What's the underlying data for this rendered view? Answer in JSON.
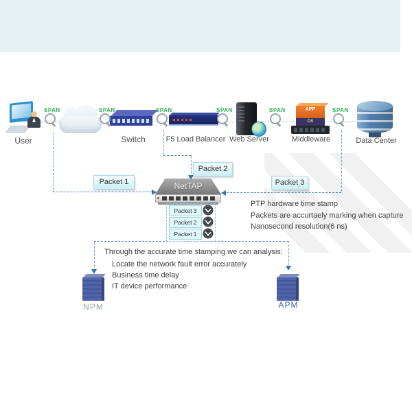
{
  "devices": {
    "user": "User",
    "switch": "Switch",
    "f5": "F5 Load Balancer",
    "web_server": "Web Server",
    "middleware": "Middleware",
    "data_center": "Data Center"
  },
  "middleware_cube": {
    "app": "APP",
    "os": "OS"
  },
  "span": {
    "label": "SPAN"
  },
  "nettap": {
    "label": "NetTAP"
  },
  "packet_labels": {
    "packet1": "Packet 1",
    "packet2": "Packet 2",
    "packet3": "Packet 3"
  },
  "stack": {
    "items": [
      "Packet 3",
      "Packet 2",
      "Packet 1"
    ]
  },
  "timestamp_notes": {
    "line1": "PTP hardware time stamp",
    "line2": "Packets are accurtaely marking when capture",
    "line3": "Nanosecond resolution(6 ns)"
  },
  "analysis": {
    "title": "Through the accurate time stamping we can analysis:",
    "items": [
      "Locate the network fault error accurately",
      "Business time delay",
      "IT device performance"
    ]
  },
  "monitors": {
    "npm": "NPM",
    "apm": "APM"
  },
  "colors": {
    "band_bg": "#e6f1f3",
    "line_blue": "#4f86c6",
    "arrow_blue": "#2e75b6",
    "span_green": "#2fae52",
    "apm_label_blue": "#3f62ad"
  }
}
